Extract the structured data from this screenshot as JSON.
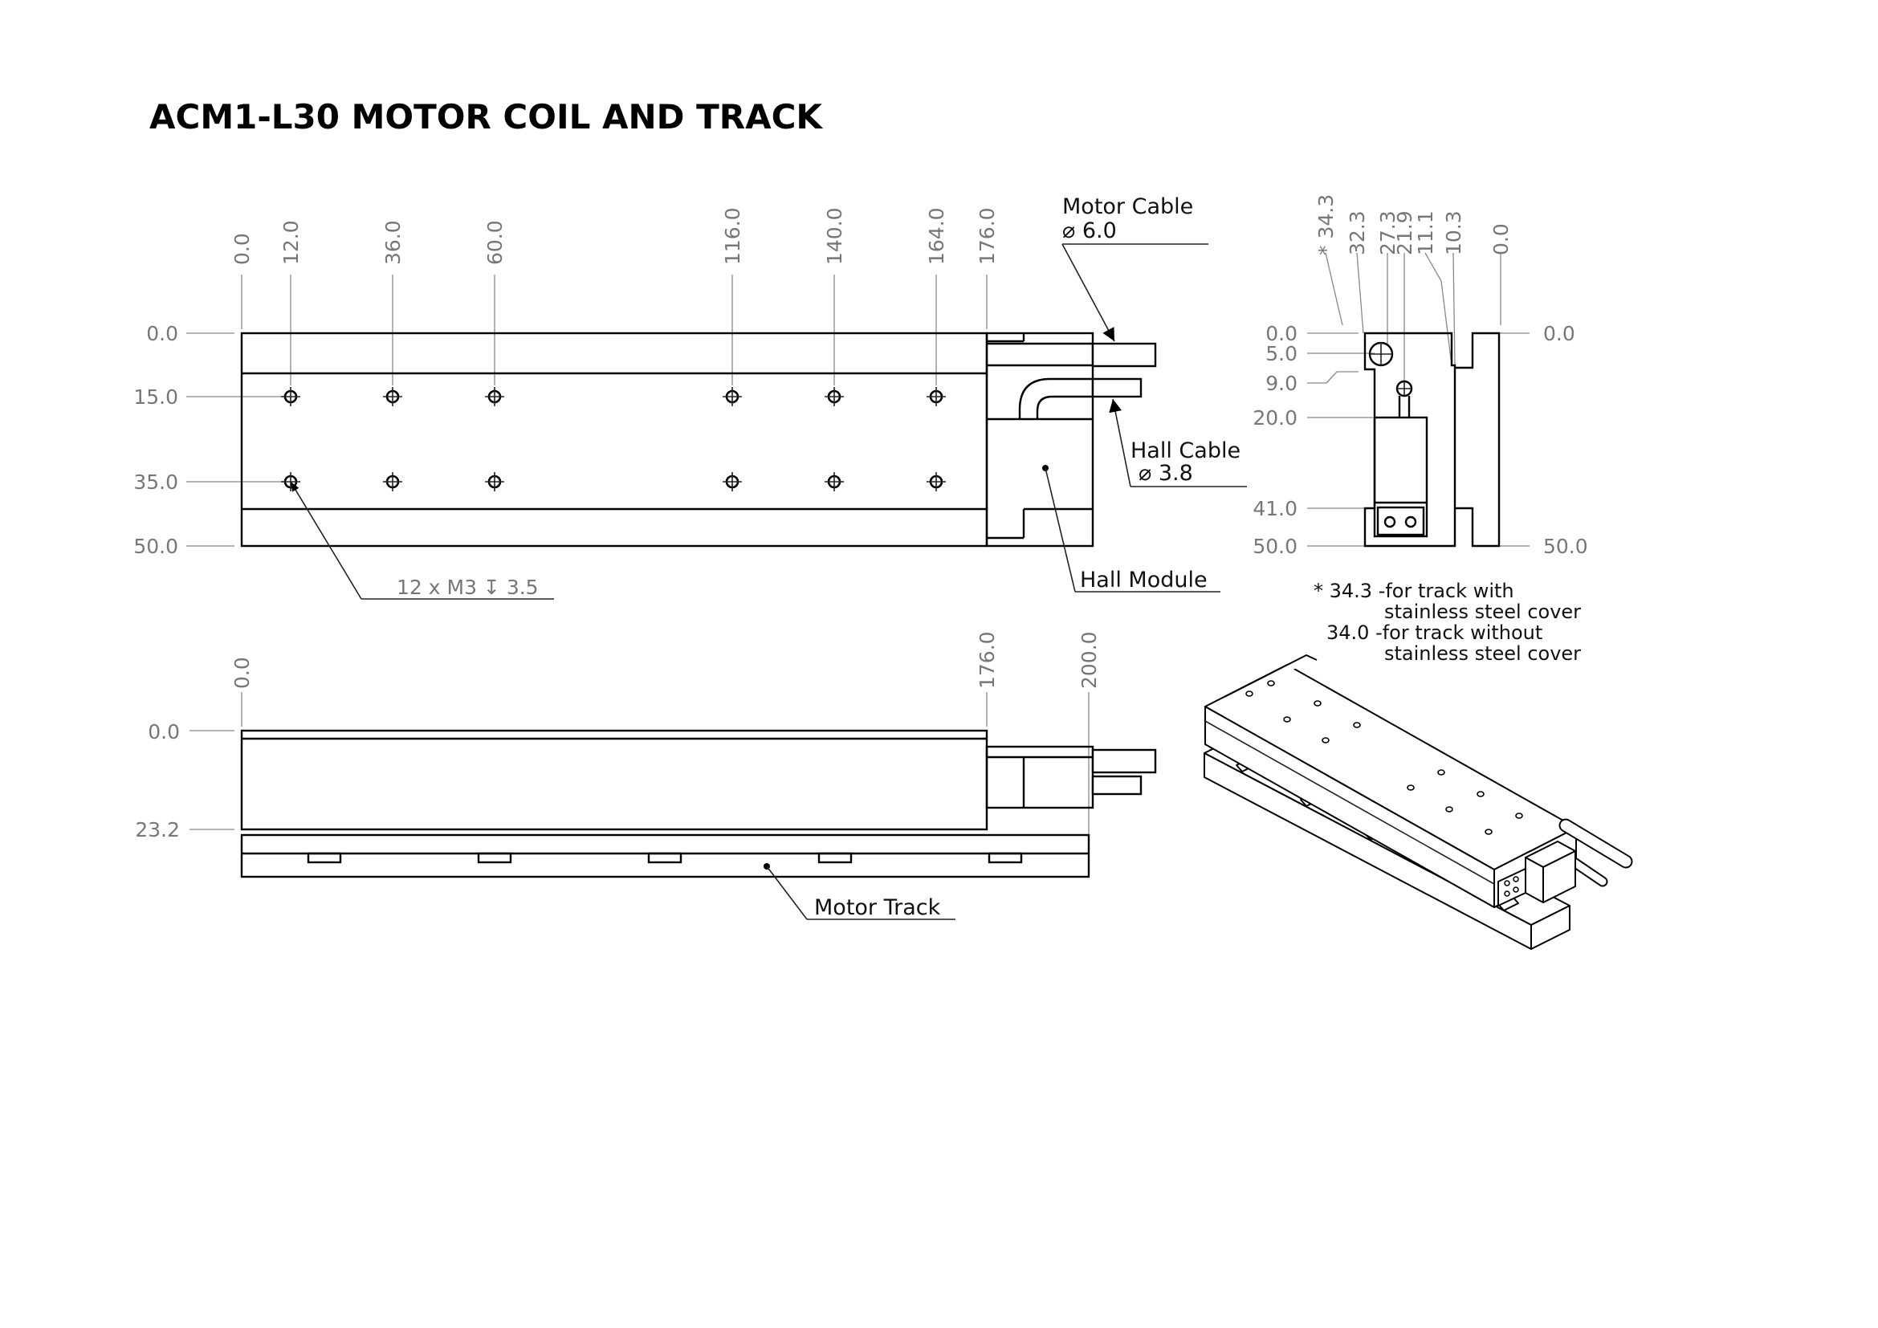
{
  "title": "ACM1-L30 MOTOR COIL AND TRACK",
  "top_view": {
    "x_dims": [
      "0.0",
      "12.0",
      "36.0",
      "60.0",
      "116.0",
      "140.0",
      "164.0",
      "176.0"
    ],
    "y_dims": [
      "0.0",
      "15.0",
      "35.0",
      "50.0"
    ],
    "hole_callout": "12 x M3 ↧ 3.5",
    "hall_module_label": "Hall Module"
  },
  "motor_cable": {
    "label": "Motor Cable",
    "diameter": "⌀ 6.0"
  },
  "hall_cable": {
    "label": "Hall Cable",
    "diameter": "⌀ 3.8"
  },
  "end_view": {
    "x_dims": [
      "* 34.3",
      "32.3",
      "27.3",
      "21.9",
      "11.1",
      "10.3",
      "0.0"
    ],
    "y_dims_left": [
      "0.0",
      "5.0",
      "9.0",
      "20.0",
      "41.0",
      "50.0"
    ],
    "y_dims_right": [
      "0.0",
      "50.0"
    ]
  },
  "note": {
    "line1": "* 34.3 -for track with",
    "line2": "stainless steel cover",
    "line3": "34.0 -for track without",
    "line4": "stainless steel cover"
  },
  "side_view": {
    "x_dims": [
      "0.0",
      "176.0",
      "200.0"
    ],
    "y_dims": [
      "0.0",
      "23.2"
    ],
    "track_label": "Motor Track"
  }
}
